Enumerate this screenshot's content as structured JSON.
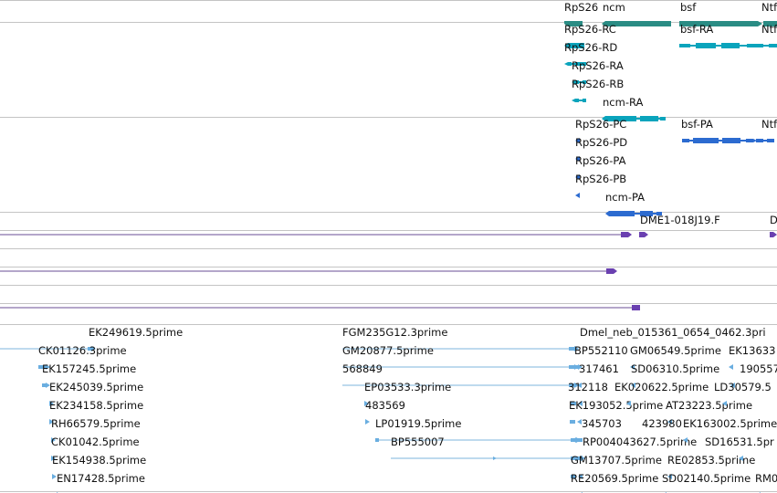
{
  "colors": {
    "background": "#ffffff",
    "border": "#c4c4c4",
    "label": "#111111",
    "gene_span": "#2a8c84",
    "transcript_rna": "#0aa4bc",
    "protein_pa": "#2c6bd0",
    "clone_line": "#6a4e96",
    "clone_arrow": "#6a40b0",
    "est_line": "#7eb6dc",
    "est_arrow": "#6aaee0"
  },
  "tracks": [
    {
      "name": "genes",
      "features": [
        {
          "label": "RpS26",
          "color_key": "gene_span"
        },
        {
          "label": "ncm",
          "color_key": "gene_span"
        },
        {
          "label": "bsf",
          "color_key": "gene_span"
        },
        {
          "label": "Ntf",
          "color_key": "gene_span"
        }
      ]
    },
    {
      "name": "transcripts",
      "features": [
        {
          "label": "RpS26-RC",
          "color_key": "transcript_rna"
        },
        {
          "label": "RpS26-RD",
          "color_key": "transcript_rna"
        },
        {
          "label": "RpS26-RA",
          "color_key": "transcript_rna"
        },
        {
          "label": "RpS26-RB",
          "color_key": "transcript_rna"
        },
        {
          "label": "ncm-RA",
          "color_key": "transcript_rna"
        },
        {
          "label": "bsf-RA",
          "color_key": "transcript_rna"
        },
        {
          "label": "Ntf",
          "color_key": "transcript_rna"
        }
      ]
    },
    {
      "name": "proteins",
      "features": [
        {
          "label": "RpS26-PC",
          "color_key": "protein_pa"
        },
        {
          "label": "RpS26-PD",
          "color_key": "protein_pa"
        },
        {
          "label": "RpS26-PA",
          "color_key": "protein_pa"
        },
        {
          "label": "RpS26-PB",
          "color_key": "protein_pa"
        },
        {
          "label": "ncm-PA",
          "color_key": "protein_pa"
        },
        {
          "label": "bsf-PA",
          "color_key": "protein_pa"
        },
        {
          "label": "Ntf",
          "color_key": "protein_pa"
        }
      ]
    },
    {
      "name": "clones",
      "features": [
        {
          "label": "DME1-018J19.F",
          "color_key": "clone_arrow"
        },
        {
          "label": "D",
          "color_key": "clone_arrow"
        }
      ]
    },
    {
      "name": "ests",
      "features": [
        {
          "label": "EK249619.5prime"
        },
        {
          "label": "CK01126.3prime"
        },
        {
          "label": "EK157245.5prime"
        },
        {
          "label": "EK245039.5prime"
        },
        {
          "label": "EK234158.5prime"
        },
        {
          "label": "RH66579.5prime"
        },
        {
          "label": "CK01042.5prime"
        },
        {
          "label": "EK154938.5prime"
        },
        {
          "label": "EN17428.5prime"
        },
        {
          "label": "FGM235G12.3prime"
        },
        {
          "label": "GM20877.5prime"
        },
        {
          "label": "568849"
        },
        {
          "label": "EP03533.3prime"
        },
        {
          "label": "483569"
        },
        {
          "label": "LP01919.5prime"
        },
        {
          "label": "BP555007"
        },
        {
          "label": "Dmel_neb_015361_0654_0462.3pri"
        },
        {
          "label": "BP552110"
        },
        {
          "label": "317461"
        },
        {
          "label": "312118"
        },
        {
          "label": "EK193052.5prime"
        },
        {
          "label": "345703"
        },
        {
          "label": "RP004043627.5prime"
        },
        {
          "label": "GM13707.5prime"
        },
        {
          "label": "RE20569.5prime"
        },
        {
          "label": "GM06549.5prime"
        },
        {
          "label": "SD06310.5prime"
        },
        {
          "label": "EK020622.5prime"
        },
        {
          "label": "AT23223.5prime"
        },
        {
          "label": "423980"
        },
        {
          "label": "RE02853.5prime"
        },
        {
          "label": "SD02140.5prime"
        },
        {
          "label": "EK13633"
        },
        {
          "label": "190557"
        },
        {
          "label": "LD30579.5"
        },
        {
          "label": "EK163002.5prime"
        },
        {
          "label": "SD16531.5pr"
        },
        {
          "label": "RM0"
        }
      ]
    }
  ]
}
